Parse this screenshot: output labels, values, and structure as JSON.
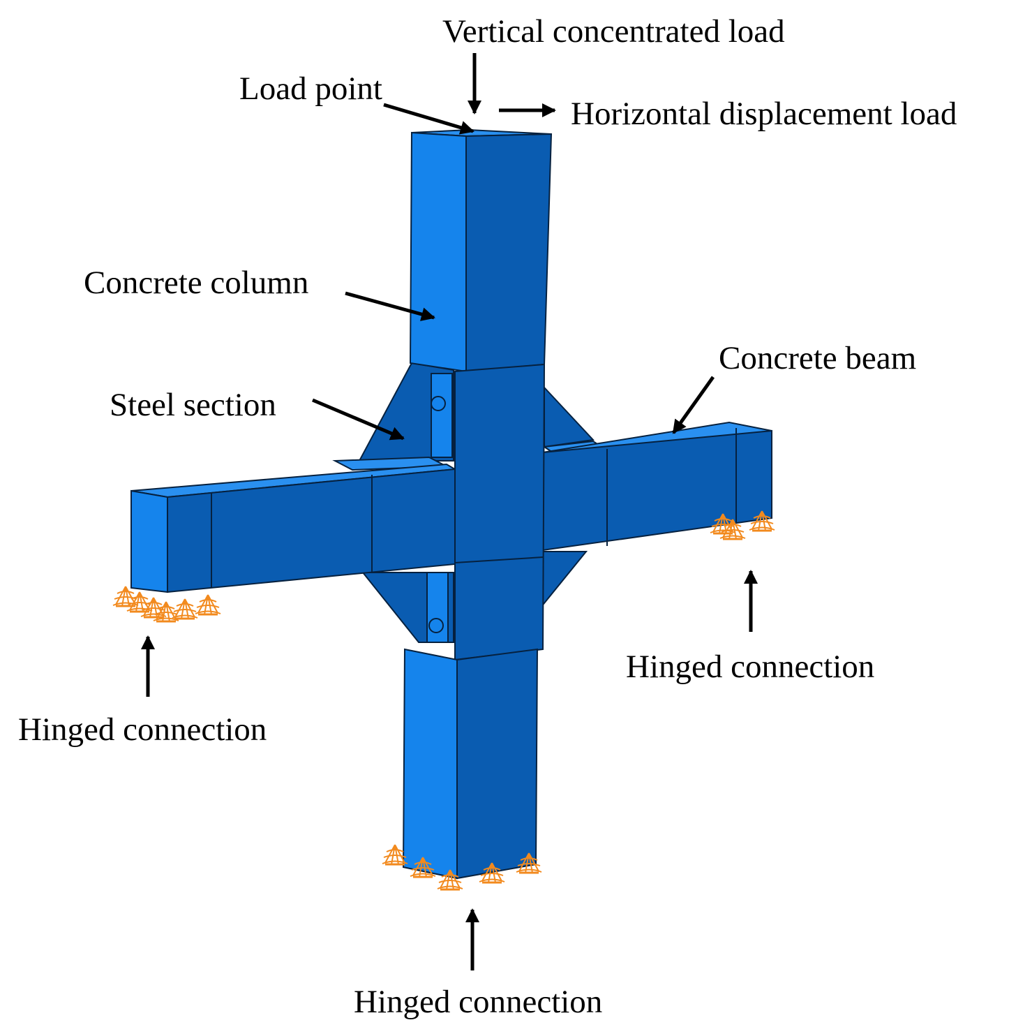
{
  "labels": {
    "vertical_load": "Vertical concentrated load",
    "load_point": "Load point",
    "horizontal_load": "Horizontal displacement load",
    "concrete_column": "Concrete column",
    "concrete_beam": "Concrete beam",
    "steel_section": "Steel section",
    "hinge_left": "Hinged connection",
    "hinge_right": "Hinged connection",
    "hinge_bottom": "Hinged connection"
  },
  "colors": {
    "face_light": "#1584ec",
    "face_dark": "#0a5cb1",
    "face_top": "#2a90f0",
    "edge": "#06213f",
    "support": "#f28a1e",
    "arrow": "#000000"
  }
}
